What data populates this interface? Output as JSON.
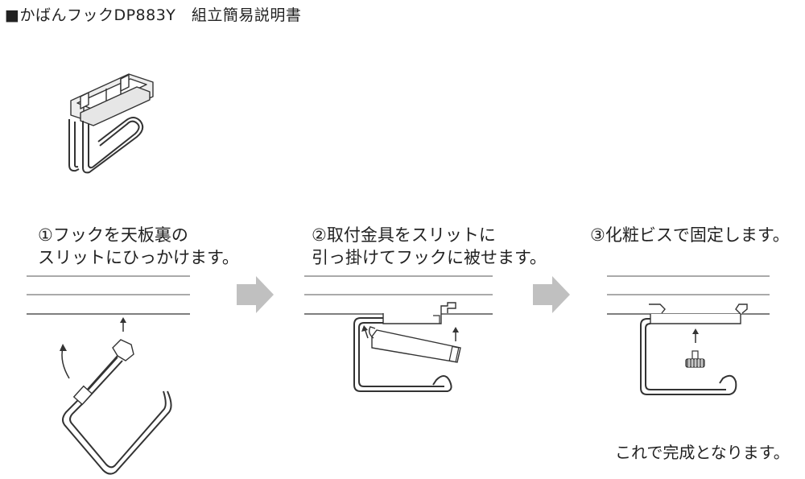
{
  "header": {
    "title": "■かばんフックDP883Y　組立簡易説明書"
  },
  "steps": [
    {
      "lines": [
        "①フックを天板裏の",
        "スリットにひっかけます。"
      ]
    },
    {
      "lines": [
        "②取付金具をスリットに",
        "引っ掛けてフックに被せます。"
      ]
    },
    {
      "lines": [
        "③化粧ビスで固定します。"
      ]
    }
  ],
  "footer": {
    "completion": "これで完成となります。"
  },
  "colors": {
    "arrow": "#c0c0c0",
    "line": "#333333",
    "fill": "#e6e6e6"
  },
  "icons": [
    "product-illustration",
    "step-arrow-icon",
    "screw-icon",
    "hook-icon"
  ]
}
